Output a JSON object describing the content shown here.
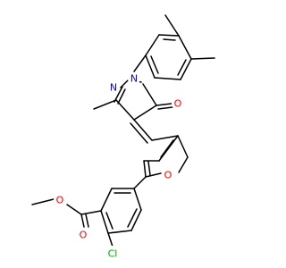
{
  "atoms": {
    "n1": {
      "text": "N",
      "color": "#0000ff"
    },
    "n2": {
      "text": "N",
      "color": "#0000ff"
    },
    "o_ketone": {
      "text": "O",
      "color": "#ff0000"
    },
    "o_furan": {
      "text": "O",
      "color": "#ff0000"
    },
    "o_ester_single": {
      "text": "O",
      "color": "#ff0000"
    },
    "o_ester_double": {
      "text": "O",
      "color": "#ff0000"
    },
    "cl": {
      "text": "Cl",
      "color": "#00aa00"
    }
  }
}
